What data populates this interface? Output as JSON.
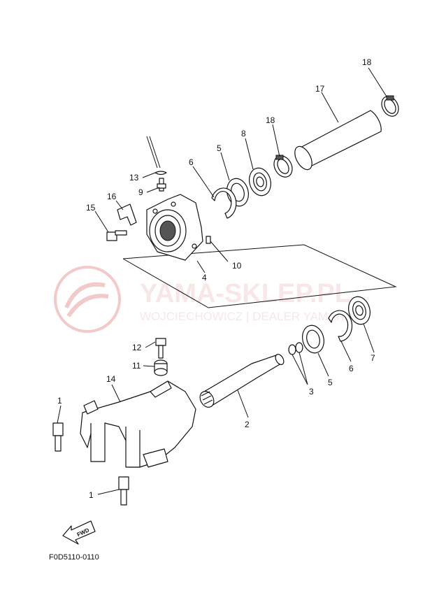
{
  "watermark": {
    "title": "YAMA-SKLEP.PL",
    "subtitle": "WOJCIECHOWICZ | DEALER YAMAHA",
    "color": "#e8a0a0"
  },
  "figure_code": "F0D5110-0110",
  "fwd_label": "FWD",
  "parts": [
    {
      "ref": "18"
    },
    {
      "ref": "17"
    },
    {
      "ref": "18"
    },
    {
      "ref": "8"
    },
    {
      "ref": "6"
    },
    {
      "ref": "5"
    },
    {
      "ref": "13"
    },
    {
      "ref": "9"
    },
    {
      "ref": "16"
    },
    {
      "ref": "15"
    },
    {
      "ref": "10"
    },
    {
      "ref": "4"
    },
    {
      "ref": "12"
    },
    {
      "ref": "11"
    },
    {
      "ref": "14"
    },
    {
      "ref": "1"
    },
    {
      "ref": "2"
    },
    {
      "ref": "3"
    },
    {
      "ref": "5"
    },
    {
      "ref": "6"
    },
    {
      "ref": "7"
    },
    {
      "ref": "1"
    }
  ]
}
